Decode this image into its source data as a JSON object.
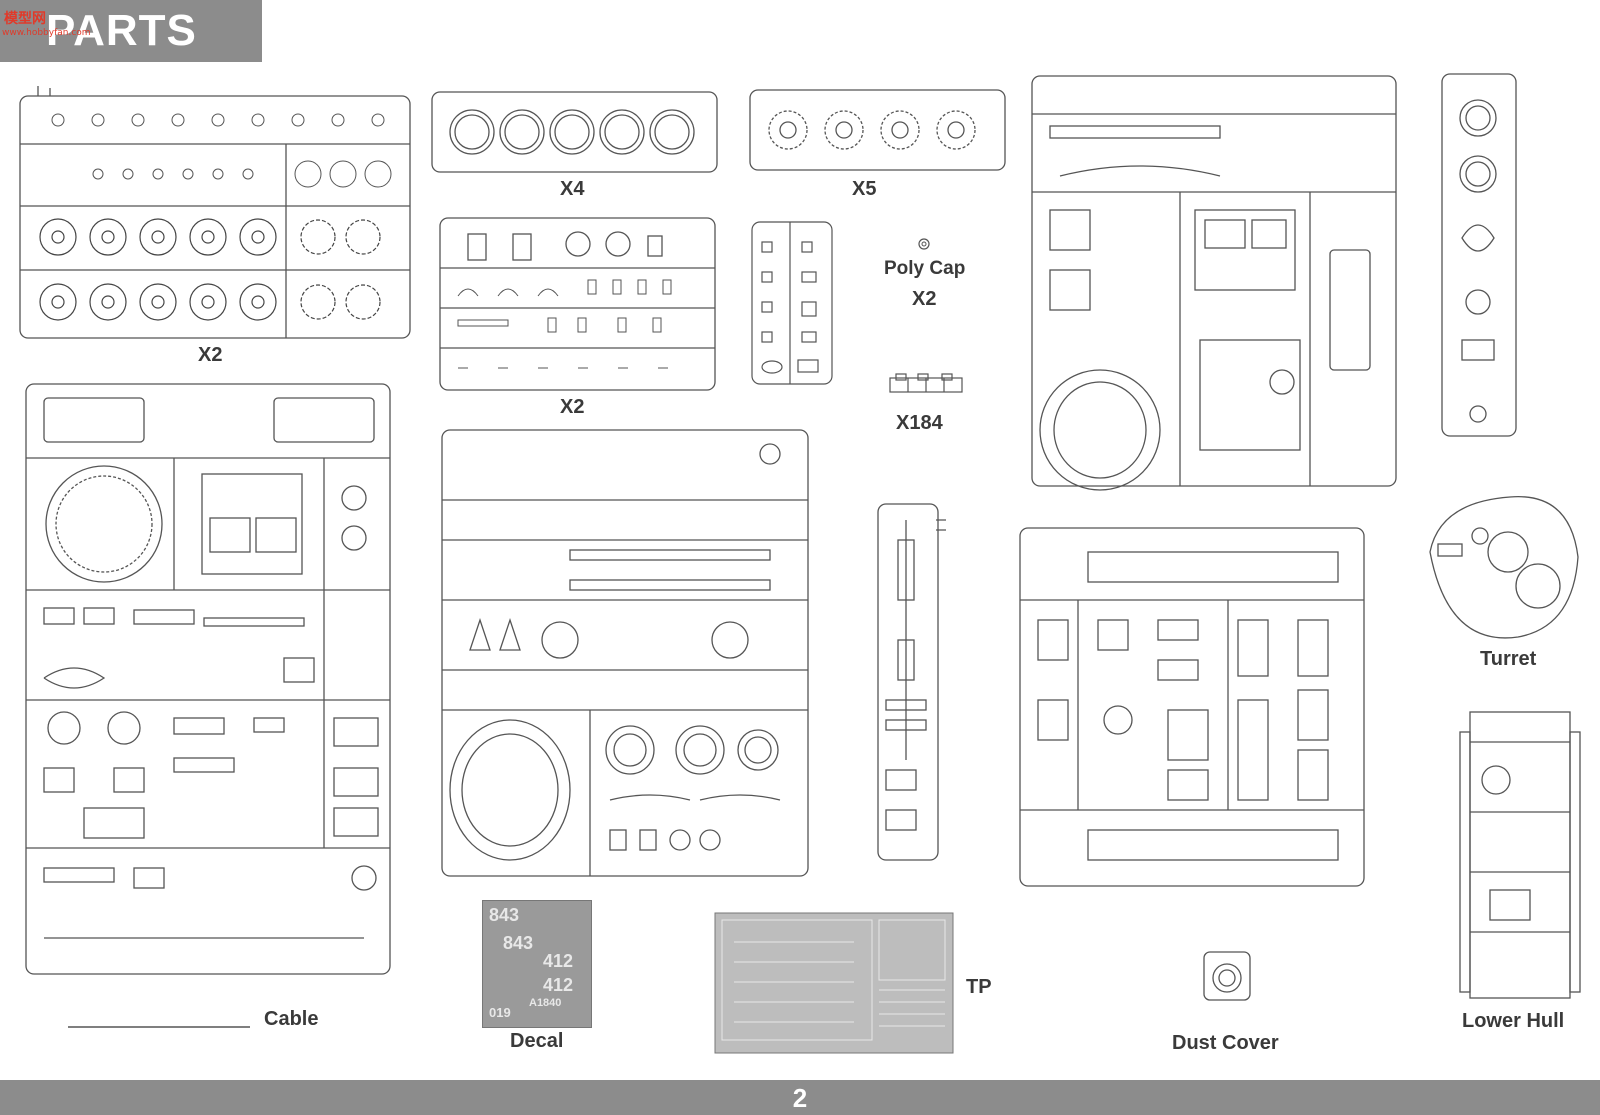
{
  "header": {
    "title": "PARTS",
    "watermark": "模型网",
    "watermark_url": "www.hobbyfan.com"
  },
  "labels": {
    "sprue_a_qty": "X2",
    "sprue_b_qty": "X4",
    "sprue_wheel_qty": "X5",
    "sprue_c_qty": "X2",
    "poly_cap_name": "Poly Cap",
    "poly_cap_qty": "X2",
    "track_qty": "X184",
    "turret": "Turret",
    "cable": "Cable",
    "decal": "Decal",
    "tp": "TP",
    "dust_cover": "Dust Cover",
    "lower_hull": "Lower Hull"
  },
  "decal_text": [
    "843",
    "843",
    "412",
    "412",
    "A1840",
    "019"
  ],
  "footer": {
    "page_number": "2"
  },
  "colors": {
    "band": "#8c8c8c",
    "line": "#555555",
    "text": "#3a3a3a"
  }
}
